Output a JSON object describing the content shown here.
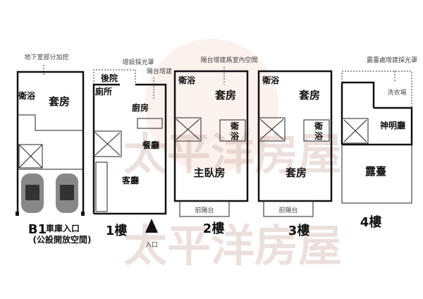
{
  "watermark": {
    "text_1": "太平洋房屋",
    "text_2": "太平洋房屋"
  },
  "b1": {
    "note": "地下室部分加挖",
    "bath": "衛浴",
    "suite": "套房",
    "floor": "B1",
    "garage": "車庫入口",
    "public": "(公設開放空間)"
  },
  "f1": {
    "note_skylight": "增設採光罩",
    "note_balcony": "陽台增建",
    "backyard": "後院",
    "toilet": "廁所",
    "kitchen": "廚房",
    "dining": "餐廳",
    "living": "客廳",
    "floor": "1樓",
    "entrance": "入口"
  },
  "f2": {
    "note": "陽台增建爲室內空間",
    "bath_1": "衛浴",
    "suite": "套房",
    "bath_2a": "衛",
    "bath_2b": "浴",
    "master": "主臥房",
    "balcony": "前陽台",
    "floor": "2樓"
  },
  "f3": {
    "bath_1": "衛浴",
    "suite_1": "套房",
    "bath_2a": "衛",
    "bath_2b": "浴",
    "suite_2": "套房",
    "balcony": "前陽台",
    "floor": "3樓"
  },
  "f4": {
    "note": "露臺處增建採光罩",
    "laundry": "洗衣場",
    "shrine": "神明廳",
    "terrace": "露臺",
    "floor": "4樓"
  }
}
